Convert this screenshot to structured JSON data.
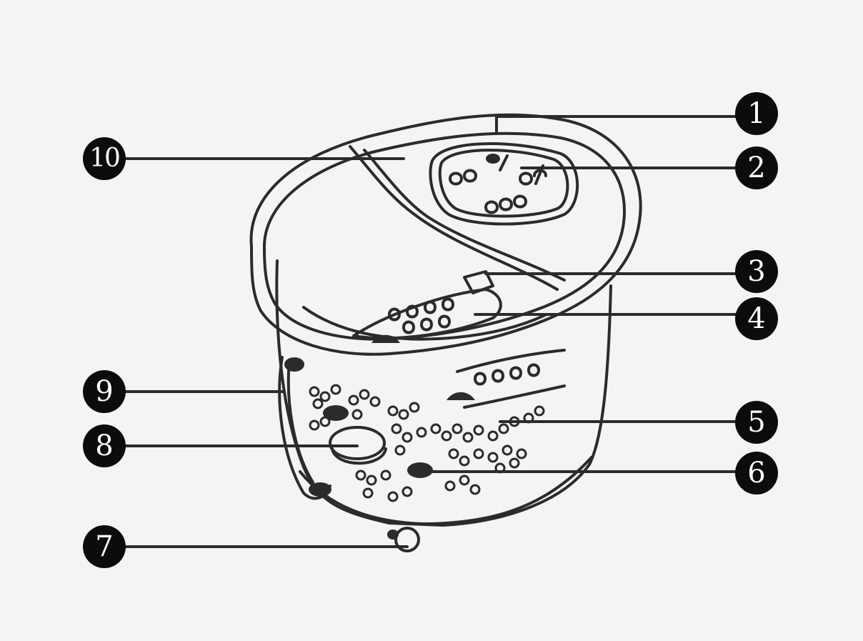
{
  "colors": {
    "background": "#f4f4f4",
    "ink": "#2b2b2b",
    "callout_fill": "#0c0c0c",
    "callout_text": "#ffffff"
  },
  "callouts": [
    {
      "label": "1"
    },
    {
      "label": "2"
    },
    {
      "label": "3"
    },
    {
      "label": "4"
    },
    {
      "label": "5"
    },
    {
      "label": "6"
    },
    {
      "label": "7"
    },
    {
      "label": "8"
    },
    {
      "label": "9"
    },
    {
      "label": "10"
    }
  ]
}
